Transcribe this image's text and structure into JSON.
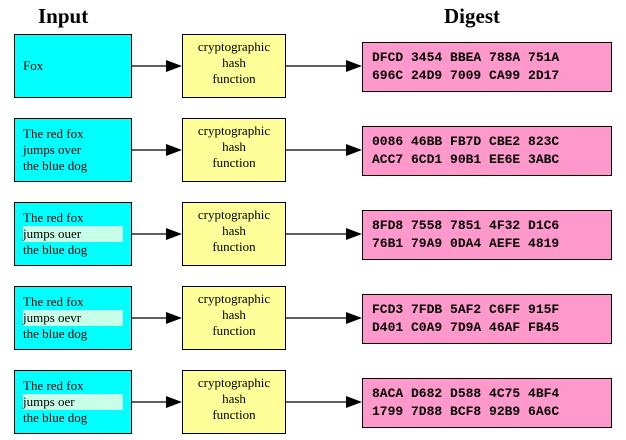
{
  "headers": {
    "input": "Input",
    "digest": "Digest"
  },
  "hash_function_label": [
    "cryptographic",
    "hash",
    "function"
  ],
  "rows": [
    {
      "input_lines": [
        "Fox"
      ],
      "digest_lines": [
        "DFCD 3454 BBEA 788A 751A",
        "696C 24D9 7009 CA99 2D17"
      ]
    },
    {
      "input_lines": [
        "The red fox",
        "jumps over",
        "the blue dog"
      ],
      "digest_lines": [
        "0086 46BB FB7D CBE2 823C",
        "ACC7 6CD1 90B1 EE6E 3ABC"
      ]
    },
    {
      "input_lines": [
        "The red fox",
        "jumps ouer",
        "the blue dog"
      ],
      "digest_lines": [
        "8FD8 7558 7851 4F32 D1C6",
        "76B1 79A9 0DA4 AEFE 4819"
      ]
    },
    {
      "input_lines": [
        "The red fox",
        "jumps oevr",
        "the blue dog"
      ],
      "digest_lines": [
        "FCD3 7FDB 5AF2 C6FF 915F",
        "D401 C0A9 7D9A 46AF FB45"
      ]
    },
    {
      "input_lines": [
        "The red fox",
        "jumps oer",
        "the blue dog"
      ],
      "digest_lines": [
        "8ACA D682 D588 4C75 4BF4",
        "1799 7D88 BCF8 92B9 6A6C"
      ]
    }
  ]
}
